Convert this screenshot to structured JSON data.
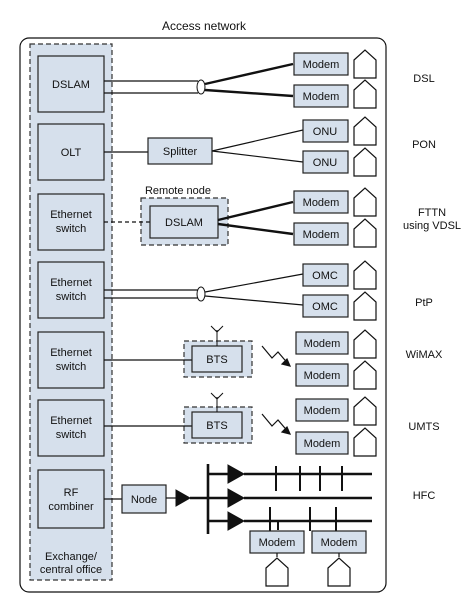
{
  "title": "Access network",
  "exchange": {
    "line1": "Exchange/",
    "line2": "central office"
  },
  "remote_node_label": "Remote node",
  "office_boxes": [
    {
      "line1": "DSLAM",
      "line2": ""
    },
    {
      "line1": "OLT",
      "line2": ""
    },
    {
      "line1": "Ethernet",
      "line2": "switch"
    },
    {
      "line1": "Ethernet",
      "line2": "switch"
    },
    {
      "line1": "Ethernet",
      "line2": "switch"
    },
    {
      "line1": "Ethernet",
      "line2": "switch"
    },
    {
      "line1": "RF",
      "line2": "combiner"
    }
  ],
  "middle_boxes": {
    "splitter": "Splitter",
    "remote_dslam": "DSLAM",
    "bts_wimax": "BTS",
    "bts_umts": "BTS",
    "node": "Node"
  },
  "endpoints": {
    "dsl": [
      "Modem",
      "Modem"
    ],
    "pon": [
      "ONU",
      "ONU"
    ],
    "fttn": [
      "Modem",
      "Modem"
    ],
    "ptp": [
      "OMC",
      "OMC"
    ],
    "wimax": [
      "Modem",
      "Modem"
    ],
    "umts": [
      "Modem",
      "Modem"
    ],
    "hfc": [
      "Modem",
      "Modem"
    ]
  },
  "technologies": {
    "dsl": {
      "line1": "DSL",
      "line2": ""
    },
    "pon": {
      "line1": "PON",
      "line2": ""
    },
    "fttn": {
      "line1": "FTTN",
      "line2": "using VDSL"
    },
    "ptp": {
      "line1": "PtP",
      "line2": ""
    },
    "wimax": {
      "line1": "WiMAX",
      "line2": ""
    },
    "umts": {
      "line1": "UMTS",
      "line2": ""
    },
    "hfc": {
      "line1": "HFC",
      "line2": ""
    }
  },
  "colors": {
    "box_fill": "#d6e0ec",
    "box_stroke": "#222222",
    "line": "#111111",
    "dashed": "#333333"
  }
}
